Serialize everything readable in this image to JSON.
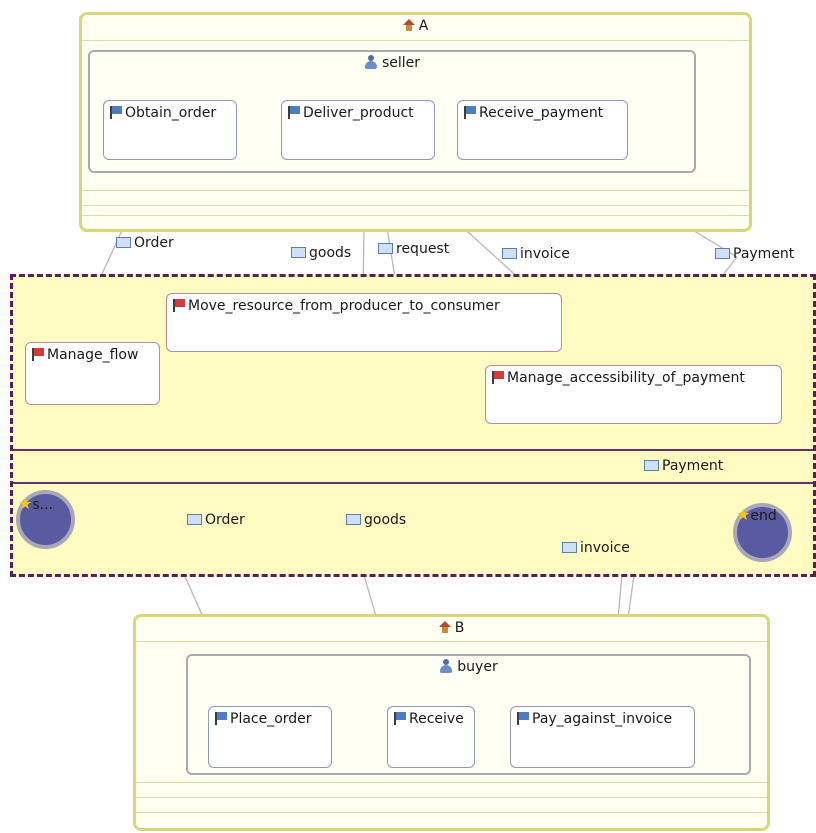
{
  "participant_a": {
    "label": "A",
    "role": "seller",
    "tasks": [
      "Obtain_order",
      "Deliver_product",
      "Receive_payment"
    ]
  },
  "participant_b": {
    "label": "B",
    "role": "buyer",
    "tasks": [
      "Place_order",
      "Receive",
      "Pay_against_invoice"
    ]
  },
  "collaboration": {
    "tasks": [
      "Move_resource_from_producer_to_consumer",
      "Manage_flow",
      "Manage_accessibility_of_payment"
    ],
    "start_label": "s...",
    "end_label": "end"
  },
  "messages": {
    "order_top": "Order",
    "goods_top": "goods",
    "request": "request",
    "invoice_top": "invoice",
    "payment_top": "Payment",
    "payment_mid": "Payment",
    "order_bottom": "Order",
    "goods_bottom": "goods",
    "invoice_bottom": "invoice"
  },
  "colors": {
    "participant_border": "#d6d67a",
    "collab_background": "#fffbc2",
    "collab_border": "#5a1f5a",
    "connector": "#b8b8b8",
    "event_fill": "#5a5aa0"
  }
}
